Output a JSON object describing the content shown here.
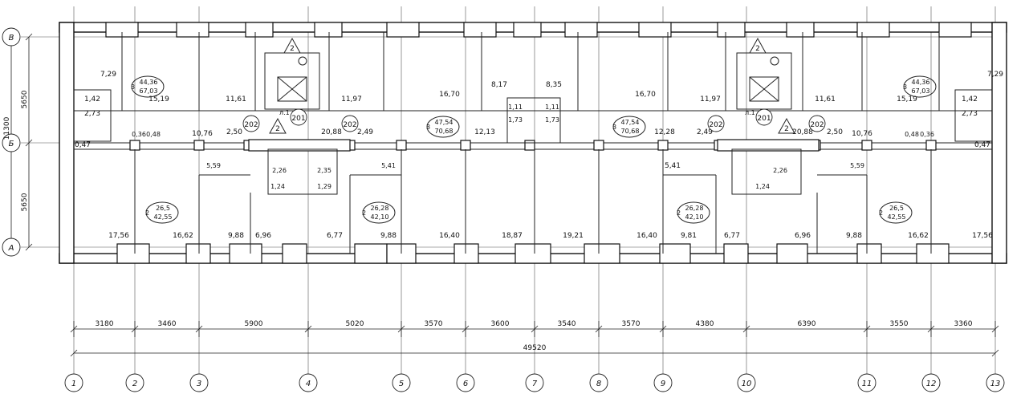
{
  "axes": {
    "columns": [
      "1",
      "2",
      "3",
      "4",
      "5",
      "6",
      "7",
      "8",
      "9",
      "10",
      "11",
      "12",
      "13"
    ],
    "rows": [
      "В",
      "Б",
      "А"
    ]
  },
  "dimensions": {
    "spans": [
      "3180",
      "3460",
      "5900",
      "5020",
      "3570",
      "3600",
      "3540",
      "3570",
      "4380",
      "6390",
      "3550",
      "3360"
    ],
    "total": "49520",
    "vertical_spans": [
      "5650",
      "5650"
    ],
    "vertical_total": "11300"
  },
  "labels": {
    "areas": [
      {
        "t": "7,29"
      },
      {
        "t": "1,42"
      },
      {
        "t": "2,73"
      },
      {
        "t": "0,47"
      },
      {
        "t": "15,19"
      },
      {
        "t": "11,61"
      },
      {
        "t": "11,97"
      },
      {
        "t": "16,70"
      },
      {
        "t": "8,17"
      },
      {
        "t": "8,35"
      },
      {
        "t": "16,70"
      },
      {
        "t": "11,97"
      },
      {
        "t": "11,61"
      },
      {
        "t": "15,19"
      },
      {
        "t": "7,29"
      },
      {
        "t": "1,42"
      },
      {
        "t": "2,73"
      },
      {
        "t": "0,47"
      },
      {
        "t": "10,76"
      },
      {
        "t": "2,50"
      },
      {
        "t": "20,88"
      },
      {
        "t": "2,49"
      },
      {
        "t": "12,13"
      },
      {
        "t": "12,28"
      },
      {
        "t": "2,49"
      },
      {
        "t": "20,88"
      },
      {
        "t": "2,50"
      },
      {
        "t": "10,76"
      },
      {
        "t": "0,36"
      },
      {
        "t": "0,48"
      },
      {
        "t": "0,48"
      },
      {
        "t": "0,36"
      },
      {
        "t": "1,11"
      },
      {
        "t": "1,11"
      },
      {
        "t": "1,73"
      },
      {
        "t": "1,73"
      },
      {
        "t": "5,59"
      },
      {
        "t": "2,26"
      },
      {
        "t": "2,35"
      },
      {
        "t": "1,24"
      },
      {
        "t": "1,29"
      },
      {
        "t": "5,41"
      },
      {
        "t": "5,41"
      },
      {
        "t": "2,26"
      },
      {
        "t": "1,24"
      },
      {
        "t": "5,59"
      },
      {
        "t": "17,56"
      },
      {
        "t": "16,62"
      },
      {
        "t": "9,88"
      },
      {
        "t": "6,96"
      },
      {
        "t": "6,77"
      },
      {
        "t": "9,88"
      },
      {
        "t": "16,40"
      },
      {
        "t": "18,87"
      },
      {
        "t": "19,21"
      },
      {
        "t": "16,40"
      },
      {
        "t": "9,81"
      },
      {
        "t": "6,77"
      },
      {
        "t": "6,96"
      },
      {
        "t": "9,88"
      },
      {
        "t": "16,62"
      },
      {
        "t": "17,56"
      }
    ],
    "apartments": [
      {
        "rooms": "3",
        "living": "44,36",
        "total": "67,03"
      },
      {
        "rooms": "3",
        "living": "47,54",
        "total": "70,68"
      },
      {
        "rooms": "3",
        "living": "47,54",
        "total": "70,68"
      },
      {
        "rooms": "3",
        "living": "44,36",
        "total": "67,03"
      },
      {
        "rooms": "2",
        "living": "26,5",
        "total": "42,55"
      },
      {
        "rooms": "2",
        "living": "26,28",
        "total": "42,10"
      },
      {
        "rooms": "2",
        "living": "26,28",
        "total": "42,10"
      },
      {
        "rooms": "2",
        "living": "26,5",
        "total": "42,55"
      }
    ],
    "markers": [
      {
        "t": "202"
      },
      {
        "t": "201"
      },
      {
        "t": "202"
      },
      {
        "t": "202"
      },
      {
        "t": "201"
      },
      {
        "t": "202"
      }
    ],
    "stair_marks": [
      {
        "t": "2"
      },
      {
        "t": "2"
      },
      {
        "t": "2"
      },
      {
        "t": "2"
      }
    ],
    "stair_notes": [
      {
        "t": "л.1"
      },
      {
        "t": "л.1"
      }
    ]
  }
}
